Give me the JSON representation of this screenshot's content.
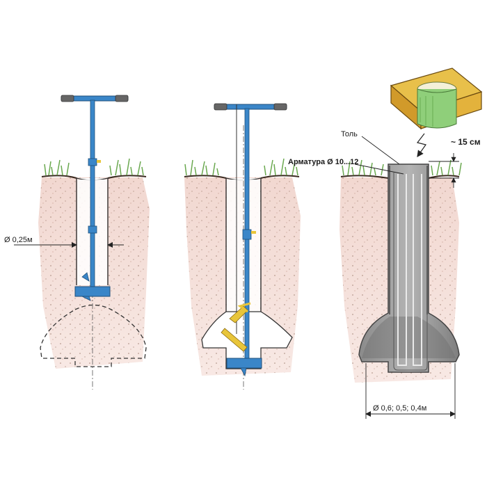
{
  "labels": {
    "diameter_hole": "Ø 0,25м",
    "roofing_felt": "Толь",
    "rebar": "Арматура Ø 10...12",
    "height_above": "~ 15 см",
    "base_diameters": "Ø 0,6;  0,5;  0,4м"
  },
  "colors": {
    "soil": "#f3d9d2",
    "soil_dots": "#9a7a6a",
    "grass": "#6aa84f",
    "tool_blue": "#3a86c8",
    "tool_handle_grip": "#555555",
    "tool_yellow": "#e8c53a",
    "concrete": "#9a9a9a",
    "concrete_dark": "#6e6e6e",
    "formwork_wood": "#e3b23c",
    "formwork_pipe": "#8fcf7a",
    "ink": "#222222"
  },
  "icons": [
    "auger-tool",
    "expander-tool",
    "formwork-box",
    "concrete-pillar"
  ]
}
